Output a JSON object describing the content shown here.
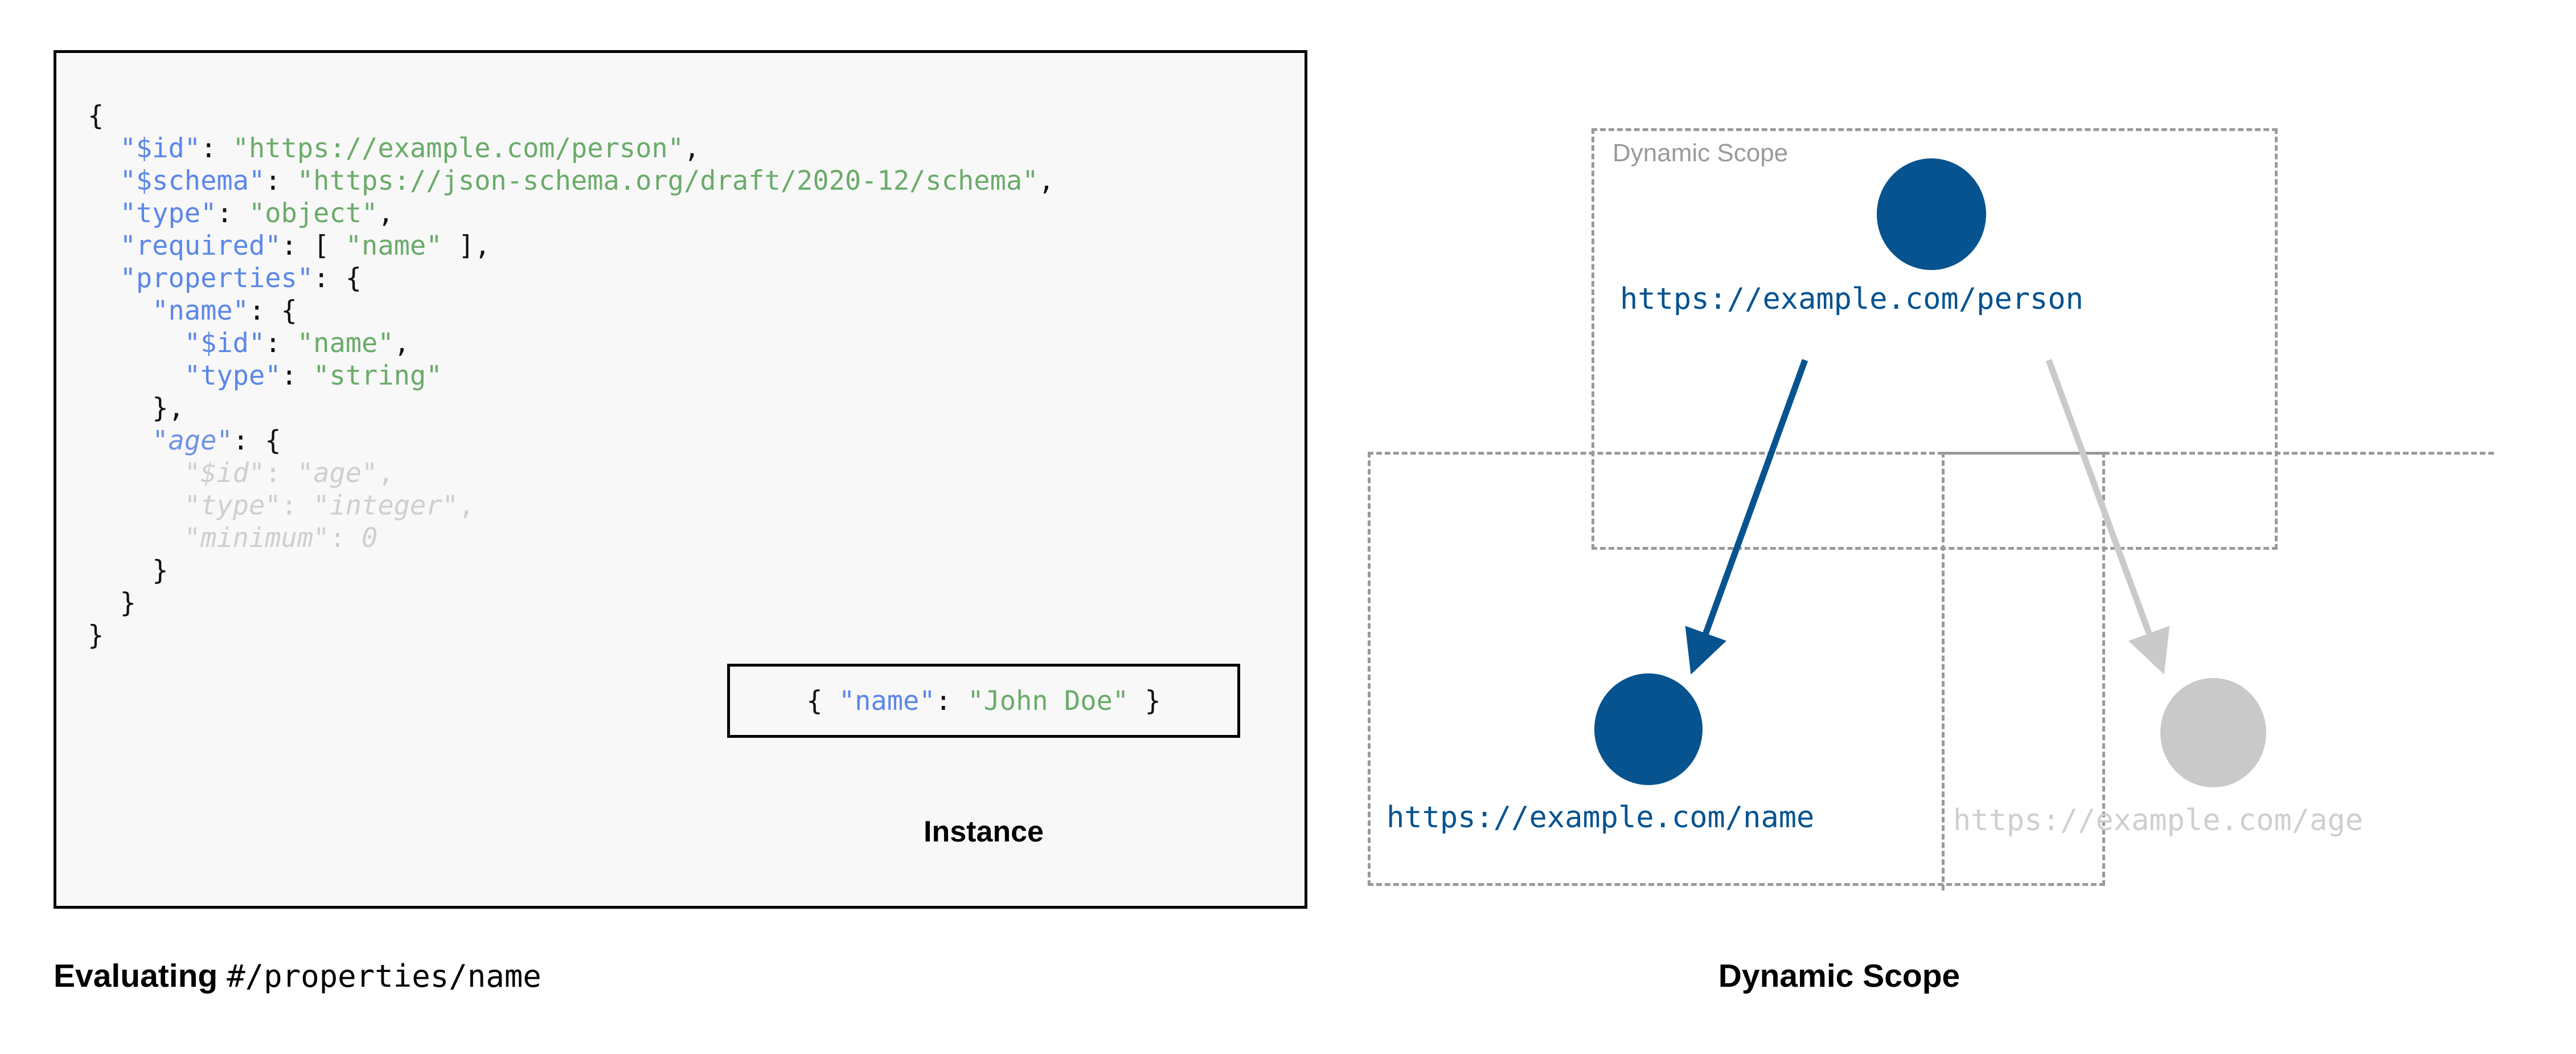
{
  "colors": {
    "accent_blue": "#06538f",
    "code_key": "#5b87e8",
    "code_string": "#6aab6a",
    "faded_grey": "#cfcfcf",
    "dash_grey": "#9a9a9a",
    "panel_bg": "#f8f8f8",
    "border_black": "#000000"
  },
  "schema_panel": {
    "lines": [
      {
        "indent": 0,
        "tokens": [
          {
            "t": "{",
            "c": "p"
          }
        ]
      },
      {
        "indent": 1,
        "tokens": [
          {
            "t": "\"$id\"",
            "c": "k"
          },
          {
            "t": ": ",
            "c": "p"
          },
          {
            "t": "\"https://example.com/person\"",
            "c": "s"
          },
          {
            "t": ",",
            "c": "p"
          }
        ]
      },
      {
        "indent": 1,
        "tokens": [
          {
            "t": "\"$schema\"",
            "c": "k"
          },
          {
            "t": ": ",
            "c": "p"
          },
          {
            "t": "\"https://json-schema.org/draft/2020-12/schema\"",
            "c": "s"
          },
          {
            "t": ",",
            "c": "p"
          }
        ]
      },
      {
        "indent": 1,
        "tokens": [
          {
            "t": "\"type\"",
            "c": "k"
          },
          {
            "t": ": ",
            "c": "p"
          },
          {
            "t": "\"object\"",
            "c": "s"
          },
          {
            "t": ",",
            "c": "p"
          }
        ]
      },
      {
        "indent": 1,
        "tokens": [
          {
            "t": "\"required\"",
            "c": "k"
          },
          {
            "t": ": [ ",
            "c": "p"
          },
          {
            "t": "\"name\"",
            "c": "s"
          },
          {
            "t": " ],",
            "c": "p"
          }
        ]
      },
      {
        "indent": 1,
        "tokens": [
          {
            "t": "\"properties\"",
            "c": "k"
          },
          {
            "t": ": {",
            "c": "p"
          }
        ]
      },
      {
        "indent": 2,
        "tokens": [
          {
            "t": "\"name\"",
            "c": "k"
          },
          {
            "t": ": {",
            "c": "p"
          }
        ]
      },
      {
        "indent": 3,
        "tokens": [
          {
            "t": "\"$id\"",
            "c": "k"
          },
          {
            "t": ": ",
            "c": "p"
          },
          {
            "t": "\"name\"",
            "c": "s"
          },
          {
            "t": ",",
            "c": "p"
          }
        ]
      },
      {
        "indent": 3,
        "tokens": [
          {
            "t": "\"type\"",
            "c": "k"
          },
          {
            "t": ": ",
            "c": "p"
          },
          {
            "t": "\"string\"",
            "c": "s"
          }
        ]
      },
      {
        "indent": 2,
        "tokens": [
          {
            "t": "},",
            "c": "p"
          }
        ]
      },
      {
        "indent": 2,
        "tokens": [
          {
            "t": "\"age\"",
            "c": "k-dim"
          },
          {
            "t": ": {",
            "c": "p"
          }
        ]
      },
      {
        "indent": 3,
        "tokens": [
          {
            "t": "\"$id\"",
            "c": "dim-i"
          },
          {
            "t": ": ",
            "c": "dim"
          },
          {
            "t": "\"age\"",
            "c": "dim-i"
          },
          {
            "t": ",",
            "c": "dim"
          }
        ]
      },
      {
        "indent": 3,
        "tokens": [
          {
            "t": "\"type\"",
            "c": "dim-i"
          },
          {
            "t": ": ",
            "c": "dim"
          },
          {
            "t": "\"integer\"",
            "c": "dim-i"
          },
          {
            "t": ",",
            "c": "dim"
          }
        ]
      },
      {
        "indent": 3,
        "tokens": [
          {
            "t": "\"minimum\"",
            "c": "dim-i"
          },
          {
            "t": ": ",
            "c": "dim"
          },
          {
            "t": "0",
            "c": "dim-i"
          }
        ]
      },
      {
        "indent": 2,
        "tokens": [
          {
            "t": "}",
            "c": "p"
          }
        ]
      },
      {
        "indent": 1,
        "tokens": [
          {
            "t": "}",
            "c": "p"
          }
        ]
      },
      {
        "indent": 0,
        "tokens": [
          {
            "t": "}",
            "c": "p"
          }
        ]
      }
    ]
  },
  "instance": {
    "code_tokens": [
      {
        "t": "{ ",
        "c": "p"
      },
      {
        "t": "\"name\"",
        "c": "k"
      },
      {
        "t": ": ",
        "c": "p"
      },
      {
        "t": "\"John Doe\"",
        "c": "s"
      },
      {
        "t": " }",
        "c": "p"
      }
    ],
    "caption": "Instance"
  },
  "left_caption": {
    "bold_part": "Evaluating ",
    "mono_part": "#/properties/name"
  },
  "scope_diagram": {
    "scope_label": "Dynamic Scope",
    "nodes": [
      {
        "id": "person",
        "label": "https://example.com/person",
        "state": "active"
      },
      {
        "id": "name",
        "label": "https://example.com/name",
        "state": "active"
      },
      {
        "id": "age",
        "label": "https://example.com/age",
        "state": "faded"
      }
    ],
    "edges": [
      {
        "from": "person",
        "to": "name",
        "state": "active"
      },
      {
        "from": "person",
        "to": "age",
        "state": "faded"
      }
    ],
    "caption": "Dynamic Scope"
  }
}
